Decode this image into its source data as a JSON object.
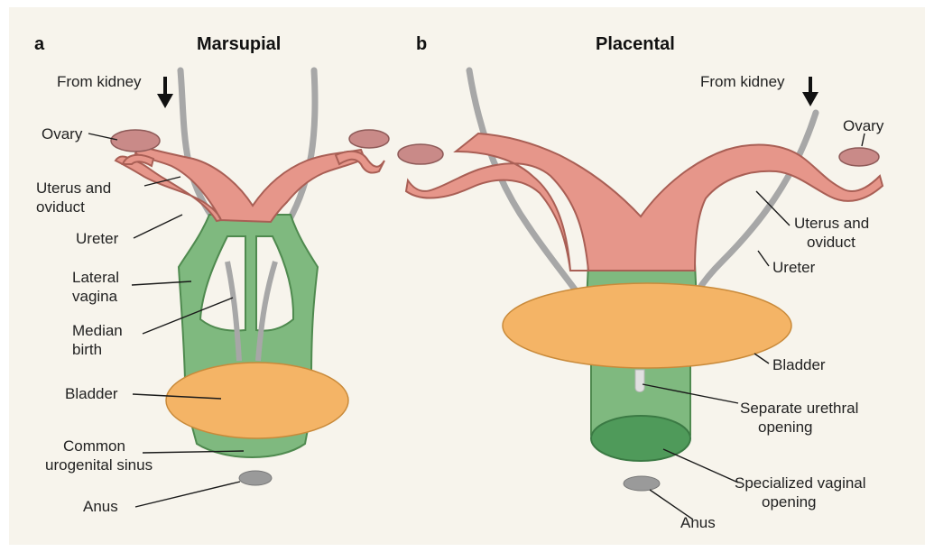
{
  "colors": {
    "background": "#f7f4ec",
    "uterus": "#e6968a",
    "ovary": "#c98a88",
    "vagina": "#7fb97f",
    "bladder": "#f4b466",
    "ureter": "#a7a7a7",
    "anus": "#9a9a9a"
  },
  "panel_a": {
    "letter": "a",
    "title": "Marsupial",
    "labels": {
      "from_kidney": "From kidney",
      "ovary": "Ovary",
      "uterus_line1": "Uterus and",
      "uterus_line2": "oviduct",
      "ureter": "Ureter",
      "lateral_line1": "Lateral",
      "lateral_line2": "vagina",
      "median_line1": "Median",
      "median_line2": "birth",
      "bladder": "Bladder",
      "sinus_line1": "Common",
      "sinus_line2": "urogenital sinus",
      "anus": "Anus"
    }
  },
  "panel_b": {
    "letter": "b",
    "title": "Placental",
    "labels": {
      "from_kidney": "From kidney",
      "ovary": "Ovary",
      "uterus_line1": "Uterus and",
      "uterus_line2": "oviduct",
      "ureter": "Ureter",
      "bladder": "Bladder",
      "urethral_line1": "Separate urethral",
      "urethral_line2": "opening",
      "vaginal_line1": "Specialized vaginal",
      "vaginal_line2": "opening",
      "anus": "Anus"
    }
  }
}
